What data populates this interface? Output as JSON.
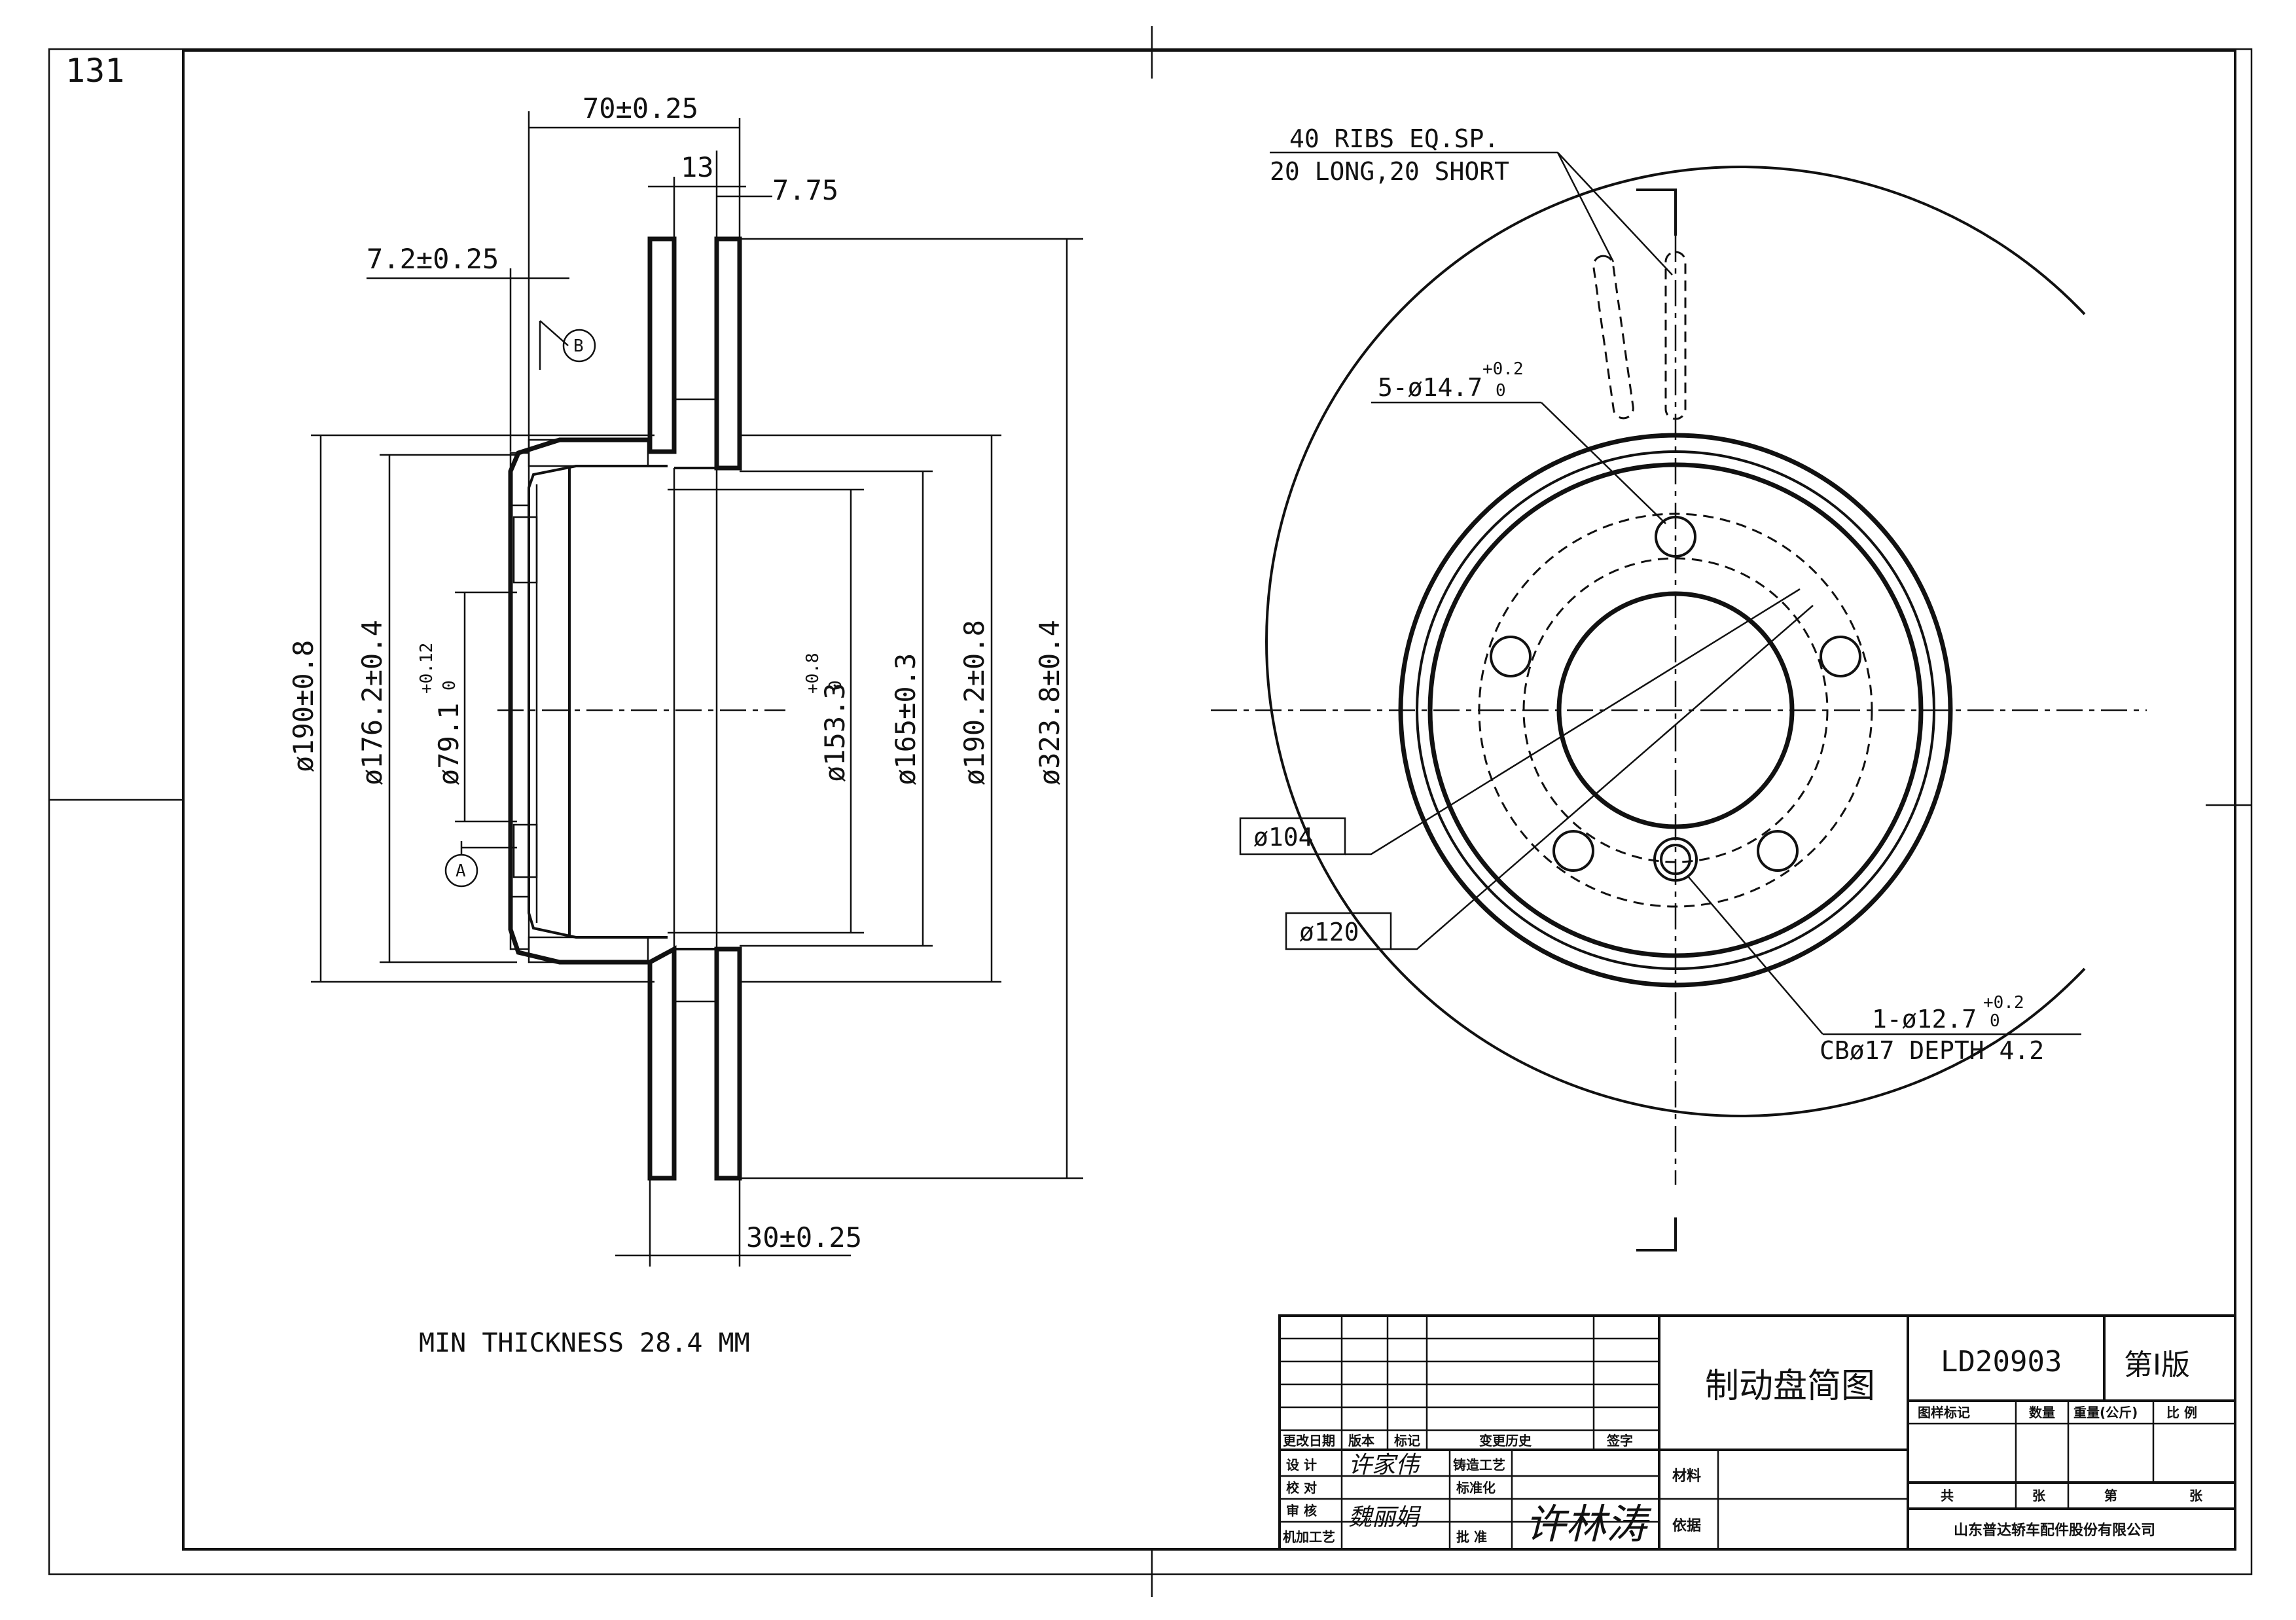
{
  "corner_mark": "131",
  "section_view": {
    "dims": {
      "overall_width": "70±0.25",
      "hat_thickness": "13",
      "offset": "7.75",
      "flange": "7.2±0.25",
      "d190": "ø190±0.8",
      "d176": "ø176.2±0.4",
      "d79_base": "ø79.1",
      "d79_tol_up": "+0.12",
      "d79_tol_low": "0",
      "d153_base": "ø153.3",
      "d153_tol_up": "+0.8",
      "d153_tol_low": "0",
      "d165": "ø165±0.3",
      "d190b": "ø190.2±0.8",
      "d323": "ø323.8±0.4",
      "disc_thickness": "30±0.25"
    },
    "markers": {
      "a": "A",
      "b": "B"
    },
    "note": "MIN THICKNESS 28.4 MM"
  },
  "front_view": {
    "ribs_line1": "40 RIBS EQ.SP.",
    "ribs_line2": "20 LONG,20 SHORT",
    "holes_base": "5-ø14.7",
    "holes_tol_up": "+0.2",
    "holes_tol_low": "0",
    "pcd": "ø104",
    "pilot": "ø120",
    "single_base": "1-ø12.7",
    "single_tol_up": "+0.2",
    "single_tol_low": "0",
    "counterbore": "CBø17 DEPTH 4.2"
  },
  "title_block": {
    "drawing_name": "制动盘简图",
    "part_number": "LD20903",
    "edition": "第Ⅰ版",
    "hdr_change_date": "更改日期",
    "hdr_version": "版本",
    "hdr_mark": "标记",
    "hdr_history": "变更历史",
    "hdr_sign": "签字",
    "row_design": "设  计",
    "row_check": "校  对",
    "row_review": "审  核",
    "row_machining": "机加工艺",
    "casting_process": "铸造工艺",
    "standardization": "标准化",
    "approve": "批  准",
    "material": "材料",
    "basis": "依据",
    "col_drawing_mark": "图样标记",
    "col_qty": "数量",
    "col_weight": "重量(公斤)",
    "col_scale": "比  例",
    "total_prefix": "共",
    "total_suffix": "张",
    "sheet_prefix": "第",
    "sheet_suffix": "张",
    "company": "山东普达轿车配件股份有限公司",
    "sig_design": "许家伟",
    "sig_review": "魏丽娟",
    "sig_approve": "许林涛"
  }
}
